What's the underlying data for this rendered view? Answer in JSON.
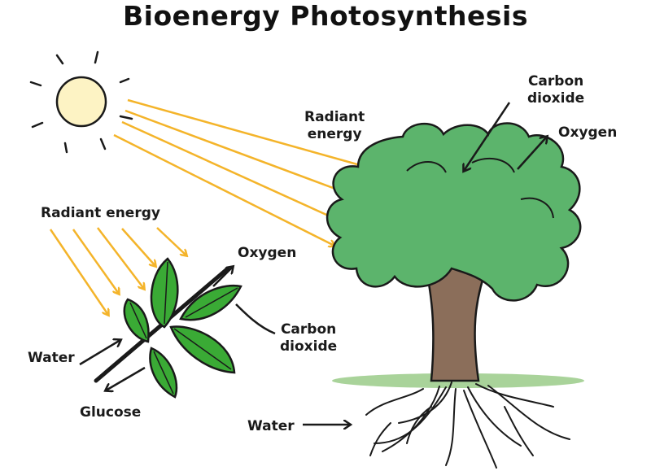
{
  "title": "Bioenergy Photosynthesis",
  "labels": {
    "radiant_energy_tree": [
      "Radiant",
      "energy"
    ],
    "radiant_energy_leaf": "Radiant energy",
    "carbon_dioxide_tree": [
      "Carbon",
      "dioxide"
    ],
    "oxygen_tree": "Oxygen",
    "oxygen_leaf": "Oxygen",
    "carbon_dioxide_leaf": [
      "Carbon",
      "dioxide"
    ],
    "water_leaf": "Water",
    "glucose_leaf": "Glucose",
    "water_roots": "Water"
  },
  "colors": {
    "sun_fill": "#fdf3c4",
    "light_rays": "#f4b42a",
    "leaf_green": "#3aaa35",
    "canopy_green": "#5cb46c",
    "trunk_brown": "#8b6e5a",
    "grass": "#a9d39a",
    "outline": "#1a1a1a"
  }
}
